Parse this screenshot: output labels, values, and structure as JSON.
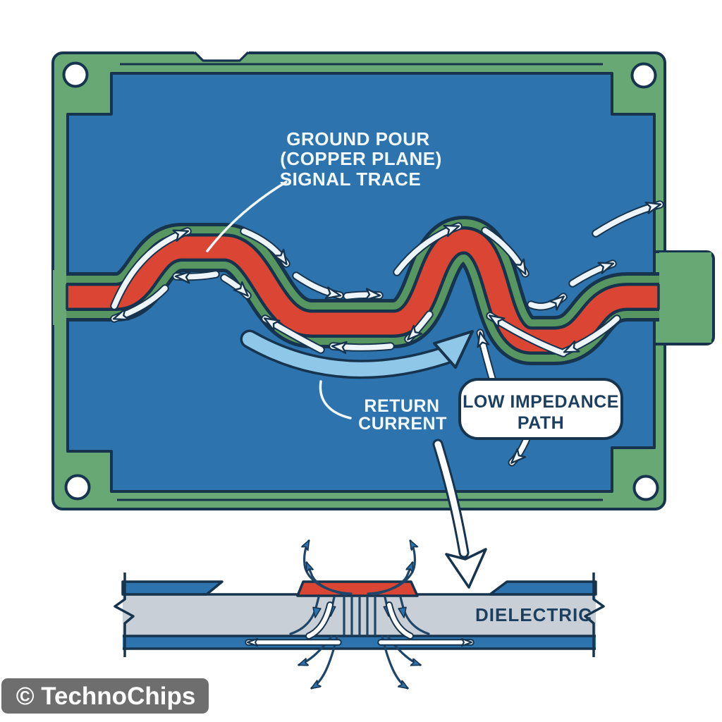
{
  "diagram": {
    "title_labels": {
      "ground_pour_line1": "GROUND POUR",
      "ground_pour_line2": "(COPPER PLANE)",
      "signal_trace": "SIGNAL TRACE",
      "return_current_line1": "RETURN",
      "return_current_line2": "CURRENT",
      "bubble_line1": "LOW IMPEDANCE",
      "bubble_line2": "PATH",
      "dielectric": "DIELECTRIC"
    },
    "watermark": "© TechnoChips",
    "colors": {
      "board_green": "#68a874",
      "trace_green_band": "#579660",
      "copper_pour_blue": "#2d73ae",
      "signal_trace_red": "#da4534",
      "outline_navy": "#16344e",
      "arrow_white": "#edf5fa",
      "return_arrow_light_blue": "#8fc7e8",
      "dielectric_gray": "#c9cfd6",
      "watermark_gray": "#6e6e6e"
    }
  }
}
